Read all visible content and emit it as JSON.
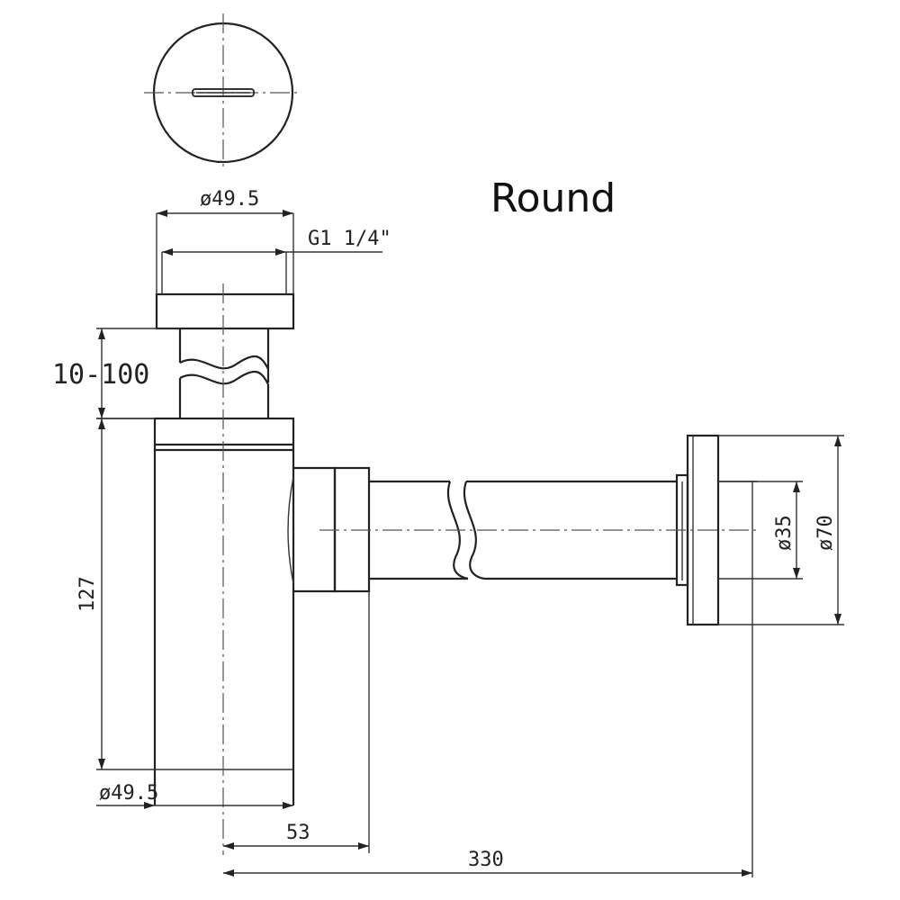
{
  "title": "Round",
  "dimensions": {
    "top_cap_diameter": "ø49.5",
    "thread": "G1 1/4\"",
    "height_range": "10-100",
    "body_height": "127",
    "body_diameter": "ø49.5",
    "body_to_outlet": "53",
    "total_length": "330",
    "pipe_diameter": "ø35",
    "flange_diameter": "ø70"
  }
}
